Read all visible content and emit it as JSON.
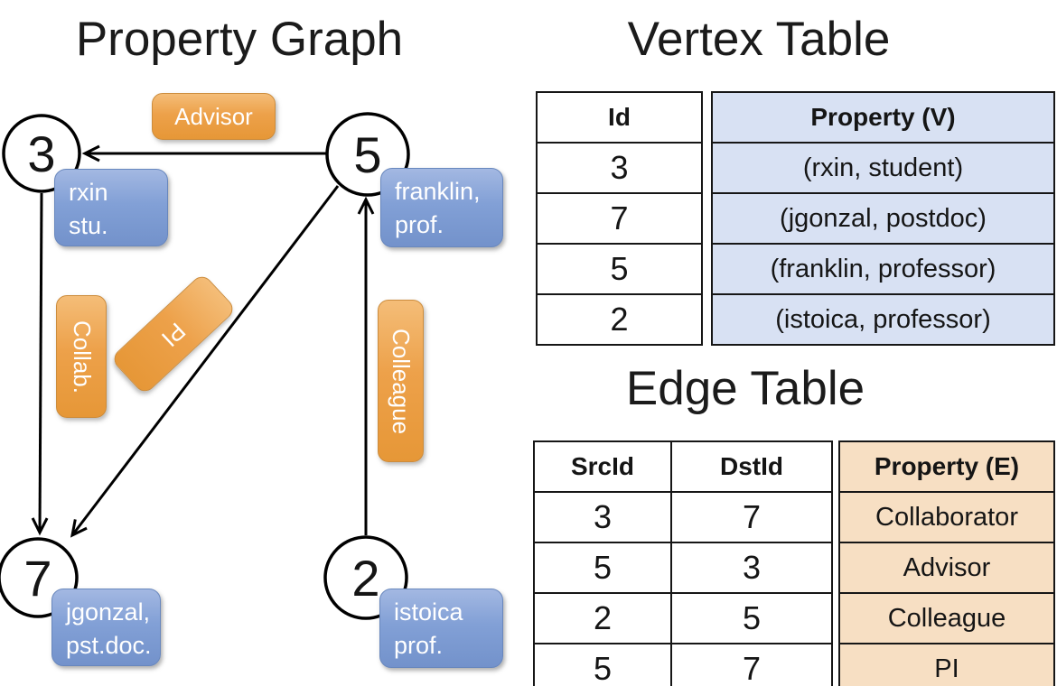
{
  "graph": {
    "title": "Property Graph",
    "nodes": [
      {
        "id": "3",
        "property_line1": "rxin",
        "property_line2": "stu."
      },
      {
        "id": "5",
        "property_line1": "franklin,",
        "property_line2": "prof."
      },
      {
        "id": "7",
        "property_line1": "jgonzal,",
        "property_line2": "pst.doc."
      },
      {
        "id": "2",
        "property_line1": "istoica",
        "property_line2": "prof."
      }
    ],
    "edge_labels": {
      "advisor": "Advisor",
      "collab": "Collab.",
      "pi": "PI",
      "colleague": "Colleague"
    }
  },
  "vertex_table": {
    "title": "Vertex Table",
    "columns": [
      "Id",
      "Property (V)"
    ],
    "rows": [
      [
        "3",
        "(rxin, student)"
      ],
      [
        "7",
        "(jgonzal, postdoc)"
      ],
      [
        "5",
        "(franklin, professor)"
      ],
      [
        "2",
        "(istoica, professor)"
      ]
    ]
  },
  "edge_table": {
    "title": "Edge Table",
    "columns": [
      "SrcId",
      "DstId",
      "Property (E)"
    ],
    "rows": [
      [
        "3",
        "7",
        "Collaborator"
      ],
      [
        "5",
        "3",
        "Advisor"
      ],
      [
        "2",
        "5",
        "Colleague"
      ],
      [
        "5",
        "7",
        "PI"
      ]
    ]
  },
  "colors": {
    "edge_label_fill": "#EDA14A",
    "vertex_label_fill": "#82A0D6",
    "vertex_cell_bg": "#D8E1F3",
    "edge_cell_bg": "#F7DFC3",
    "line": "#000000"
  }
}
